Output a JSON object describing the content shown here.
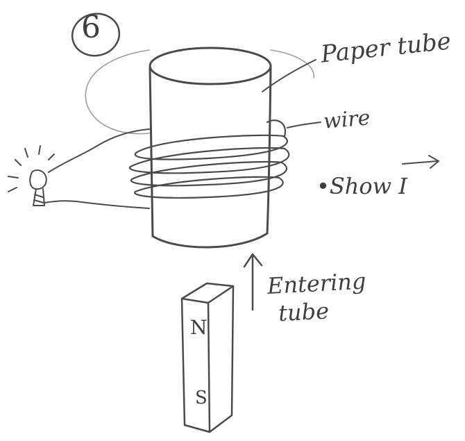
{
  "diagram": {
    "step_number": "6",
    "labels": {
      "paper_tube": "Paper tube",
      "wire": "wire",
      "show_current": "•Show I",
      "entering_line1": "Entering",
      "entering_line2": "tube",
      "magnet_north": "N",
      "magnet_south": "S"
    },
    "colors": {
      "pencil": "#4a4a4a",
      "light_pencil": "#9a9a9a",
      "paper": "#ffffff"
    }
  }
}
